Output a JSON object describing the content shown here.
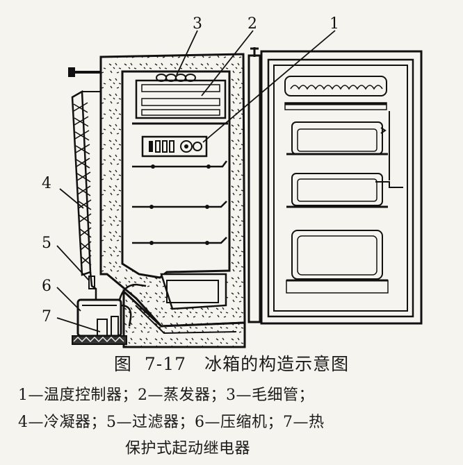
{
  "callouts": [
    "1",
    "2",
    "3",
    "4",
    "5",
    "6",
    "7"
  ],
  "caption": {
    "prefix": "图",
    "number": "7-17",
    "title": "冰箱的构造示意图"
  },
  "legend": {
    "line1": "1—温度控制器；2—蒸发器；3—毛细管；",
    "line2": "4—冷凝器；5—过滤器；6—压缩机；7—热",
    "line3": "保护式起动继电器"
  }
}
